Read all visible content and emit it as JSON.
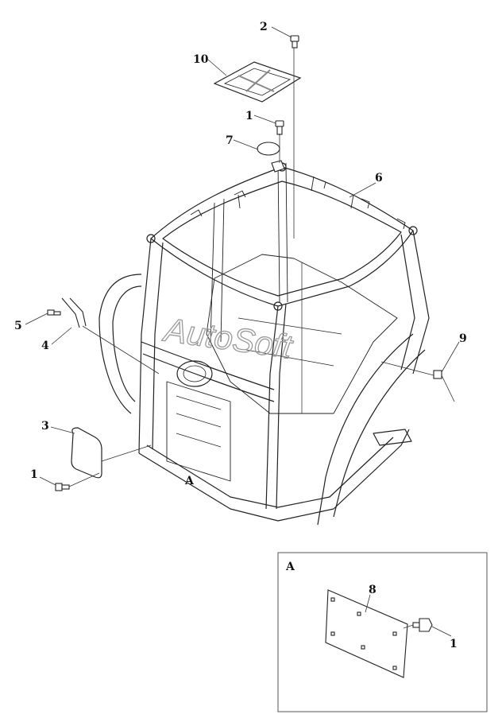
{
  "watermark": "AutoSoft",
  "callouts": {
    "c1_top": "1",
    "c2": "2",
    "c10": "10",
    "c7": "7",
    "c6": "6",
    "c5": "5",
    "c4": "4",
    "c9": "9",
    "c3": "3",
    "c1_left": "1",
    "cA_main": "A"
  },
  "detail": {
    "label": "A",
    "callout_8": "8",
    "callout_1": "1"
  }
}
